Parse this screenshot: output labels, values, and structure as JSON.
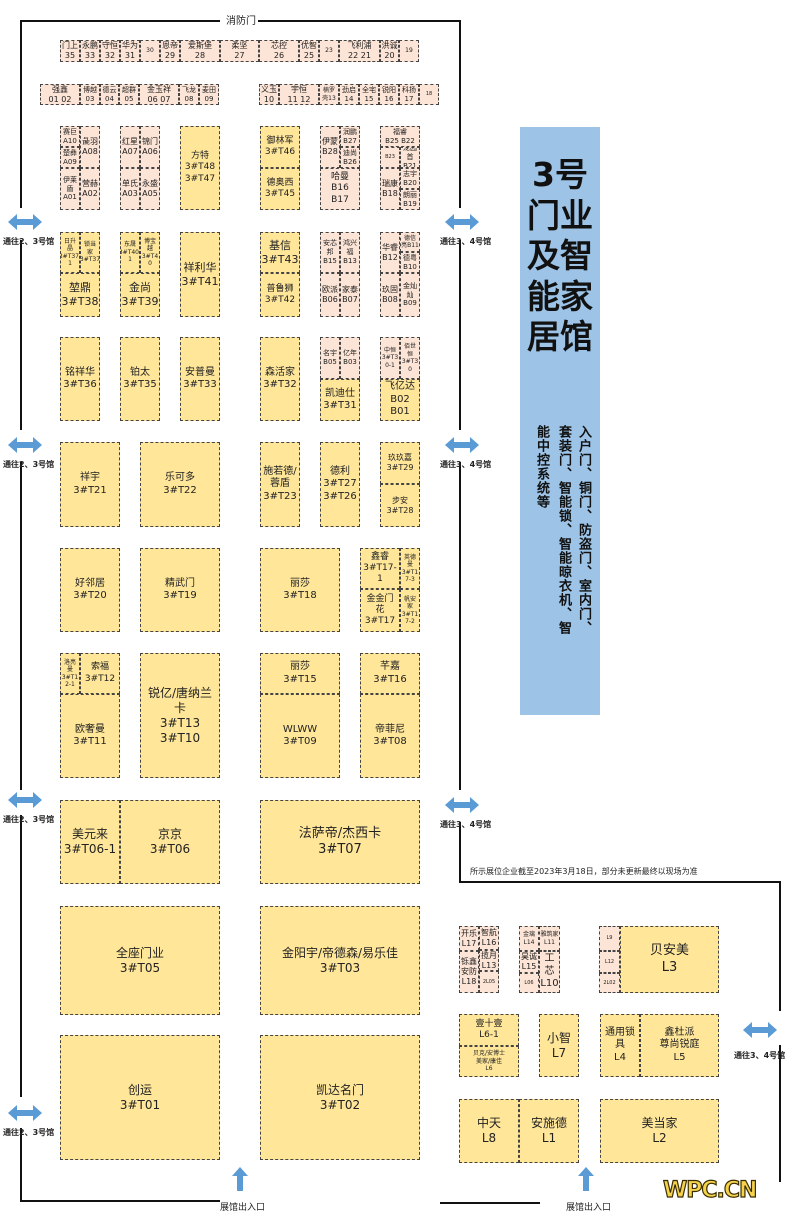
{
  "title": "3号\n门业\n及智\n能家\n居馆",
  "products": [
    "入户门、铜门、防盗门、室内门、",
    "套装门、智能锁、智能晾衣机、智",
    "能中控系统等"
  ],
  "fire_door": "消防门",
  "exit_label": "展馆出入口",
  "to_23": "通往2、3号馆",
  "to_34": "通往3、4号馆",
  "notice": "所示展位企业截至2023年3月18日，部分未更新最终以现场为准",
  "logo": "WPC.CN",
  "colors": {
    "booth_small": "#fce4d6",
    "booth_large": "#ffe699",
    "panel": "#9dc3e6",
    "arrow": "#5b9bd5"
  },
  "booths": [
    "门上\n35",
    "永鹏\n33",
    "守恒\n32",
    "华为\n31",
    "30",
    "恩帝\n29",
    "爱斯堡\n28",
    "柔坚\n27",
    "芯控\n26",
    "优智\n25",
    "23",
    "飞利浦\n22 21",
    "洪诚\n20",
    "19",
    "强鑫\n01 02",
    "博越\n03",
    "德云\n04",
    "超群\n05",
    "金玉祥\n06 07",
    "飞龙\n08",
    "麦田\n09",
    "义玉\n10",
    "宇恒\n11 12",
    "楠罗\n壳13",
    "劲启\n14",
    "全宅\n15",
    "锐阳\n16",
    "科扬\n17",
    "18",
    "赛巨\nA10",
    "楚彝\nA09",
    "伊莱\n盾\nA01",
    "彘羽\nA08",
    "营赫\nA02",
    "红星\nA07",
    "锦门\nA06",
    "单氏\nA03",
    "永盛\nA05",
    "方特\n3#T48\n3#T47",
    "御林军\n3#T46",
    "德奥西\n3#T45",
    "伊蒙\nB28",
    "润鹏\nB27",
    "迪尚\nB26",
    "哈曼\nB16  B17",
    "福睿\nB25  B22",
    "B23",
    "龙园\n首B21",
    "瑞康\nB18",
    "志宇\nB20",
    "朗丽\nB19",
    "日升\n晶\n3#T37-\n1",
    "锁当\n家\n3#T37",
    "堃鼎\n3#T38",
    "东晟\n3#T40-\n1",
    "博宝\n越\n3#T4\n0",
    "金尚\n3#T39",
    "祥利华\n3#T41",
    "基信\n3#T43",
    "普鲁狮\n3#T42",
    "安芯\n邦\nB15",
    "鸿兴\n福\nB13",
    "欧派\nB06",
    "家泰\nB07",
    "华睿\nB12",
    "德信\n亮B11",
    "德粤\nB10",
    "玖固\nB08",
    "金灿\n灿\nB09",
    "铭祥华\n3#T36",
    "铂太\n3#T35",
    "安普曼\n3#T33",
    "森活家\n3#T32",
    "名宇\nB05",
    "亿年\nB03",
    "凯迪仕\n3#T31",
    "中恒\n3#T3\n0-1",
    "佰世\n恒\n3#T3\n0",
    "飞亿达\nB02\nB01",
    "祥宇\n3#T21",
    "乐可多\n3#T22",
    "施若德/\n蓉盾\n3#T23",
    "德利\n3#T27\n3#T26",
    "玖玖嘉\n3#T29",
    "步安\n3#T28",
    "好邻居\n3#T20",
    "精武门\n3#T19",
    "丽莎\n3#T18",
    "鑫睿\n3#T17-\n1",
    "英德\n曼\n3#T1\n7-3",
    "金金门\n花\n3#T17",
    "帆安\n家\n3#T1\n7-2",
    "洛亮\n曼\n3#T1\n2-1",
    "索福\n3#T12",
    "欧奢曼\n3#T11",
    "锐亿/唐纳兰\n卡\n3#T13\n3#T10",
    "丽莎\n3#T15",
    "WLWW\n3#T09",
    "芊嘉\n3#T16",
    "帝菲尼\n3#T08",
    "美元来\n3#T06-1",
    "京京\n3#T06",
    "法萨帝/杰西卡\n3#T07",
    "全座门业\n3#T05",
    "金阳宇/帝德森/易乐佳\n3#T03",
    "创运\n3#T01",
    "凯达名门\n3#T02",
    "开乐\nL17",
    "铄鑫\n安防\nL18",
    "智航\nL16",
    "揽月\nL13",
    "2L05",
    "金璃\nL14",
    "雅筑家\nL11",
    "昊诚\nL15",
    "L06",
    "工芯\nL10",
    "L9",
    "L12",
    "2L02",
    "贝安美\nL3",
    "壹十壹\nL6-1",
    "贝克/安博士\n美家/康佳\nL6",
    "小智\nL7",
    "通用锁\n具\nL4",
    "鑫杜派\n尊尚锐庭\nL5",
    "中天\nL8",
    "安施德\nL1",
    "美当家\nL2"
  ]
}
